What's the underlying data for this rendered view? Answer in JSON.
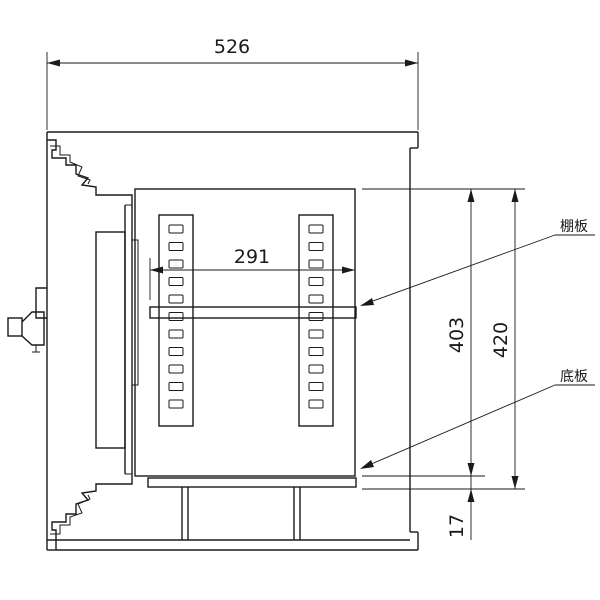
{
  "dimensions": {
    "overall_width": "526",
    "shelf_span": "291",
    "inner_height": "403",
    "outer_height": "420",
    "base_height": "17"
  },
  "labels": {
    "shelf": "棚板",
    "bottom_plate": "底板"
  }
}
